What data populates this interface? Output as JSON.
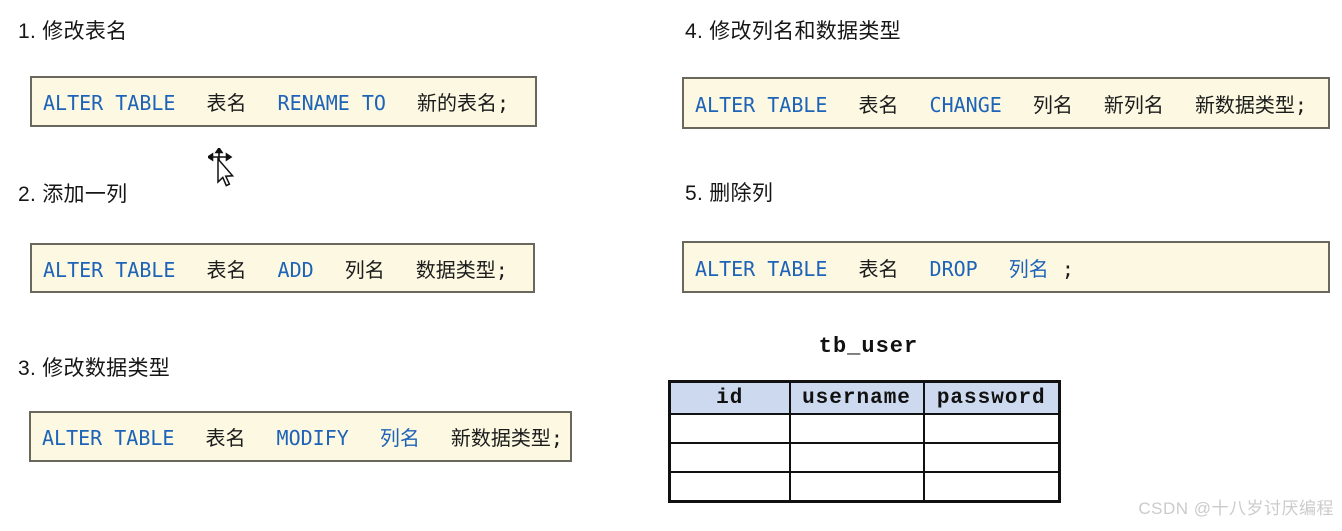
{
  "page": {
    "background": "#ffffff",
    "watermark": "CSDN @十八岁讨厌编程"
  },
  "colors": {
    "keyword_blue": "#1d63b8",
    "code_text": "#1c1c1c",
    "code_box_bg": "#fcf8e2",
    "code_box_border": "#6a675c",
    "table_header_bg": "#cdd9ee",
    "table_border": "#111111",
    "watermark_gray": "#cbcbcb"
  },
  "icons": {
    "cursor": "move-pointer-icon"
  },
  "sections": [
    {
      "heading": "1. 修改表名",
      "code": [
        "ALTER TABLE",
        "表名",
        "RENAME TO",
        "新的表名;"
      ]
    },
    {
      "heading": "2. 添加一列",
      "code": [
        "ALTER TABLE",
        "表名",
        "ADD",
        "列名",
        "数据类型;"
      ]
    },
    {
      "heading": "3. 修改数据类型",
      "code": [
        "ALTER TABLE",
        "表名",
        "MODIFY",
        "列名",
        "新数据类型;"
      ]
    },
    {
      "heading": "4. 修改列名和数据类型",
      "code": [
        "ALTER TABLE",
        "表名",
        "CHANGE",
        "列名",
        "新列名",
        "新数据类型;"
      ]
    },
    {
      "heading": "5. 删除列",
      "code": [
        "ALTER TABLE",
        "表名",
        "DROP",
        "列名",
        ";"
      ]
    }
  ],
  "table": {
    "title": "tb_user",
    "columns": [
      "id",
      "username",
      "password"
    ],
    "rows": [
      [
        "",
        "",
        ""
      ],
      [
        "",
        "",
        ""
      ],
      [
        "",
        "",
        ""
      ]
    ]
  }
}
